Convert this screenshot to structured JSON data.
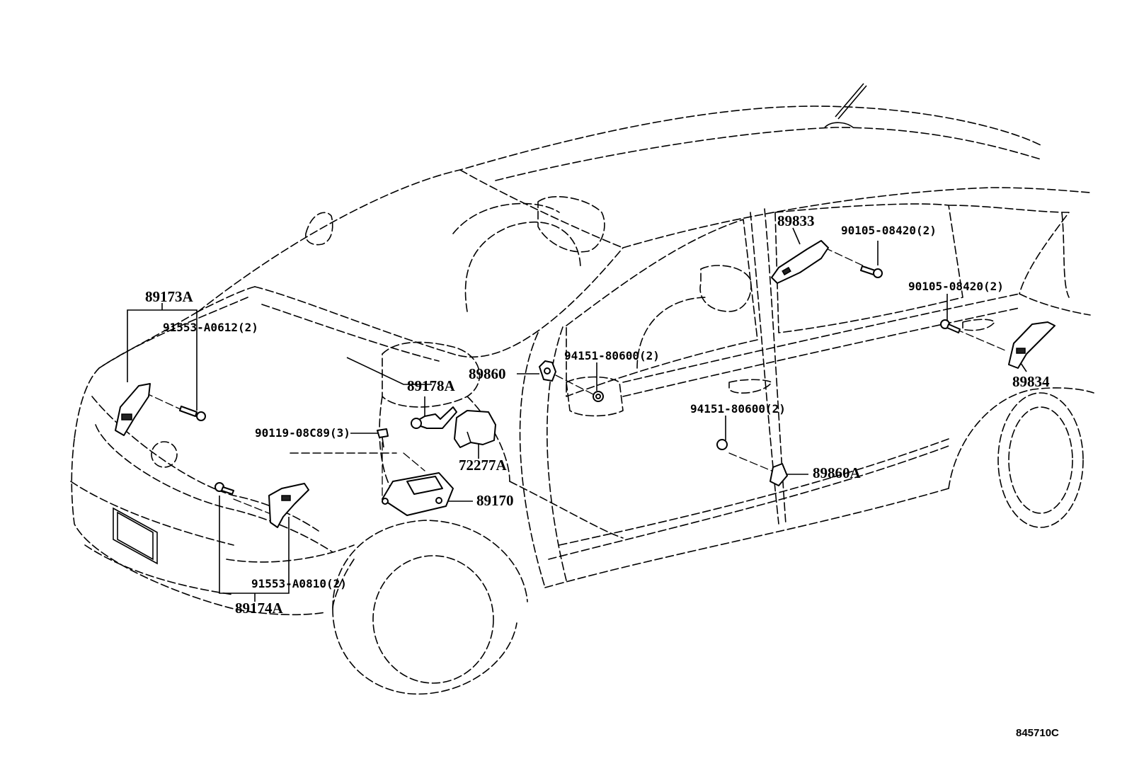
{
  "diagram": {
    "labels": {
      "p89173A": "89173A",
      "p91553_A0612": "91553-A0612(2)",
      "p89178A": "89178A",
      "p89860": "89860",
      "p94151_a": "94151-80600(2)",
      "p90119": "90119-08C89(3)",
      "p72277A": "72277A",
      "p89170": "89170",
      "p89833": "89833",
      "p90105_a": "90105-08420(2)",
      "p90105_b": "90105-08420(2)",
      "p89834": "89834",
      "p94151_b": "94151-80600(2)",
      "p89860A": "89860A",
      "p91553_A0810": "91553-A0810(2)",
      "p89174A": "89174A"
    },
    "code": "845710C"
  }
}
